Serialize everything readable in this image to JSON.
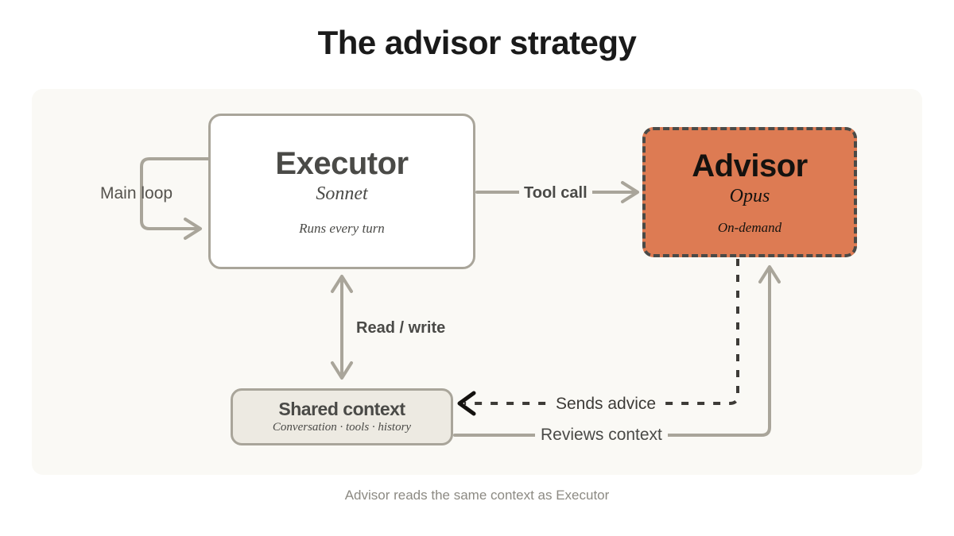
{
  "title": "The advisor strategy",
  "caption": "Advisor reads the same context as Executor",
  "colors": {
    "page_background": "#ffffff",
    "panel_background": "#faf9f5",
    "advisor_fill": "#dd7b53",
    "advisor_border": "#4a4a47",
    "executor_fill": "#ffffff",
    "node_border": "#a9a59a",
    "shared_fill": "#edeae2",
    "text_primary": "#4a4a47",
    "caption_text": "#8c8a83"
  },
  "nodes": {
    "executor": {
      "title": "Executor",
      "subtitle": "Sonnet",
      "note": "Runs every turn"
    },
    "advisor": {
      "title": "Advisor",
      "subtitle": "Opus",
      "note": "On-demand"
    },
    "shared_context": {
      "title": "Shared context",
      "subtitle": "Conversation · tools · history"
    }
  },
  "edges": {
    "main_loop": "Main loop",
    "tool_call": "Tool call",
    "read_write": "Read / write",
    "sends_advice": "Sends advice",
    "reviews_context": "Reviews context"
  }
}
